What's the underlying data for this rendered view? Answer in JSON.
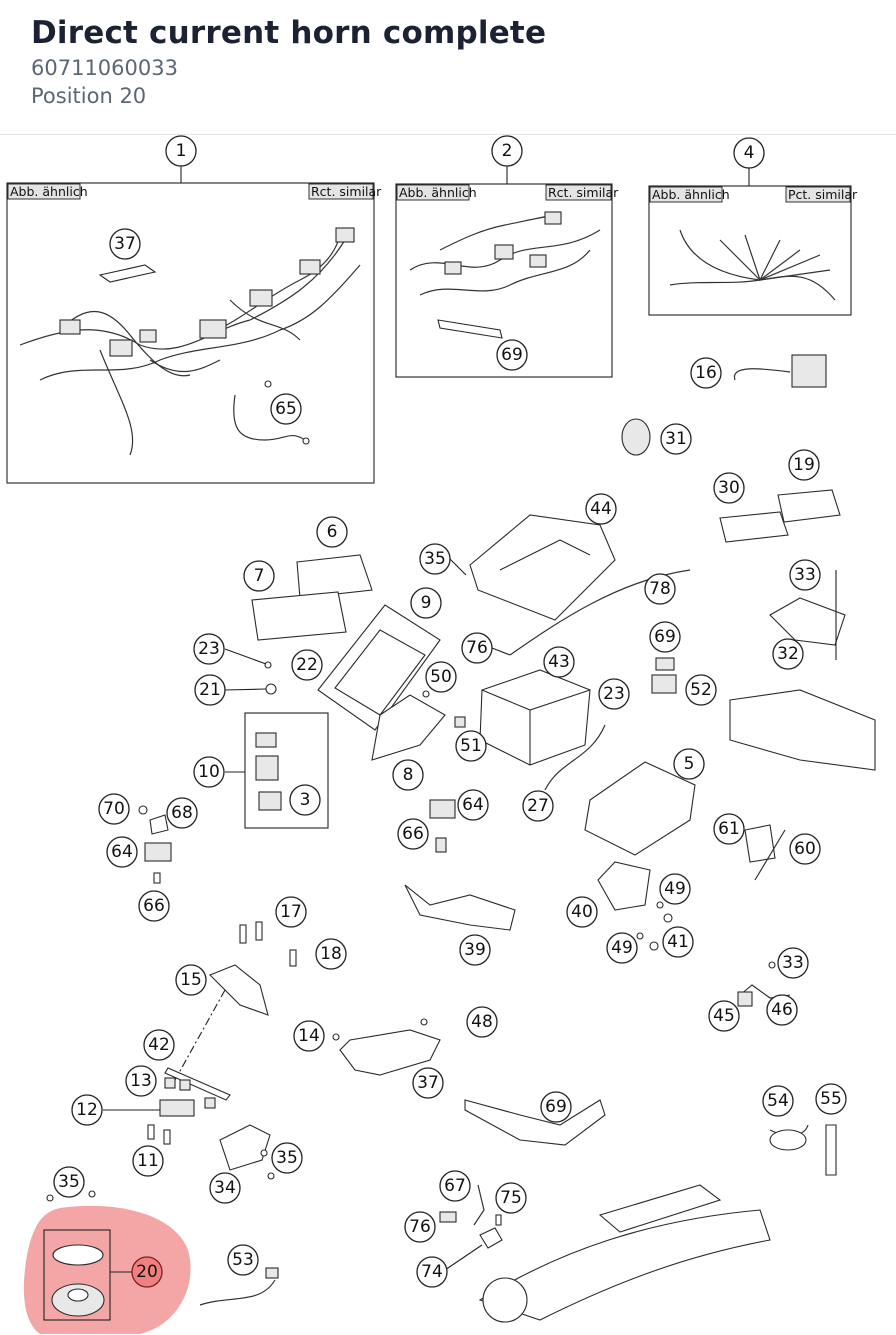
{
  "page": {
    "title": "Direct current horn complete",
    "part_number": "60711060033",
    "position": "Position 20"
  },
  "diagram": {
    "highlight_color": "#f08080",
    "box_labels": {
      "box1_left": "Abb. ähnlich",
      "box1_right": "Rct. similar",
      "box2_left": "Abb. ähnlich",
      "box2_right": "Rct. similar",
      "box4_left": "Abb. ähnlich",
      "box4_right": "Pct. similar"
    },
    "callouts": [
      "1",
      "2",
      "4",
      "37",
      "65",
      "69",
      "16",
      "31",
      "19",
      "30",
      "44",
      "35",
      "6",
      "7",
      "9",
      "78",
      "33",
      "32",
      "23",
      "22",
      "21",
      "50",
      "76",
      "43",
      "52",
      "23",
      "10",
      "3",
      "8",
      "51",
      "27",
      "5",
      "70",
      "68",
      "64",
      "66",
      "64",
      "61",
      "60",
      "66",
      "39",
      "40",
      "49",
      "41",
      "49",
      "17",
      "18",
      "15",
      "33",
      "45",
      "46",
      "48",
      "14",
      "37",
      "42",
      "13",
      "12",
      "69",
      "11",
      "35",
      "34",
      "54",
      "55",
      "35",
      "67",
      "75",
      "76",
      "74",
      "20",
      "53"
    ]
  }
}
